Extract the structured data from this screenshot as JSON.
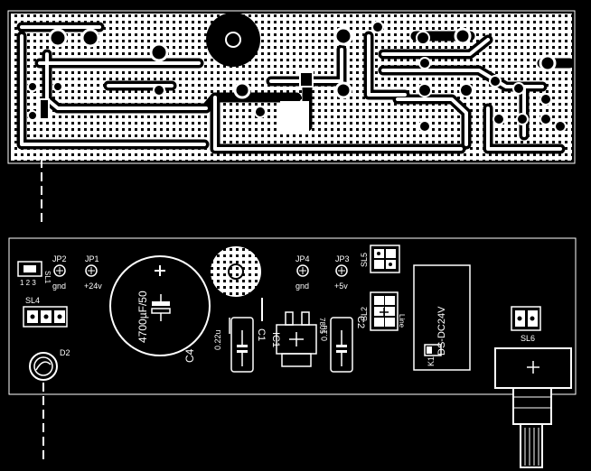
{
  "copper_panel": {
    "name": "copper-layer"
  },
  "silk_panel": {
    "name": "component-silkscreen"
  },
  "labels": {
    "sl1": "SL1",
    "sl1_pins": "1 2 3",
    "jp2": "JP2",
    "jp2_net": "gnd",
    "jp1": "JP1",
    "jp1_net": "+24v",
    "sl4": "SL4",
    "d2": "D2",
    "c4_value": "4700µF/50",
    "c4": "C4",
    "jp4": "JP4",
    "jp4_net": "gnd",
    "jp3": "JP3",
    "jp3_net": "+5v",
    "sl5": "SL5",
    "sl2": "SL2",
    "sl2_note": "Line",
    "c1": "C1",
    "c1_value": "0.22u",
    "ic1": "IC1",
    "ic1_part": "7805",
    "c2": "C2",
    "c2_value": "0.1u",
    "k1": "K1",
    "k1_part": "DS-DC24V",
    "sl6": "SL6"
  },
  "colors": {
    "background": "#000000",
    "trace": "#ffffff"
  }
}
